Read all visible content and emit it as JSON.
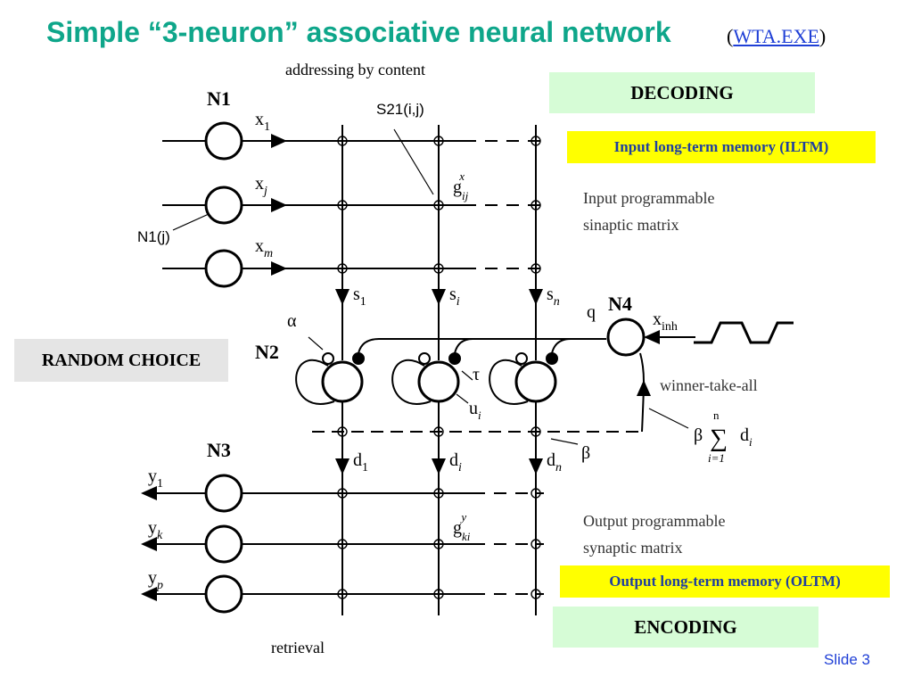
{
  "slide": {
    "title": "Simple “3-neuron” associative neural network",
    "link_open": "(",
    "link_text": "WTA.EXE",
    "link_close": ")",
    "slide_number": "Slide 3"
  },
  "labels": {
    "addressing": "addressing by content",
    "retrieval": "retrieval",
    "decoding": "DECODING",
    "encoding": "ENCODING",
    "random_choice": "RANDOM CHOICE",
    "iltm": "Input long-term memory (ILTM)",
    "oltm": "Output long-term memory (OLTM)",
    "s21": "S21(i,j)",
    "n1j": "N1(j)"
  },
  "diagram": {
    "n1": "N1",
    "n2": "N2",
    "n3": "N3",
    "n4": "N4",
    "x_inputs": [
      {
        "base": "x",
        "sub": "1"
      },
      {
        "base": "x",
        "sub": "j"
      },
      {
        "base": "x",
        "sub": "m"
      }
    ],
    "s_lines": [
      {
        "base": "s",
        "sub": "1"
      },
      {
        "base": "s",
        "sub": "i"
      },
      {
        "base": "s",
        "sub": "n"
      }
    ],
    "d_lines": [
      {
        "base": "d",
        "sub": "1"
      },
      {
        "base": "d",
        "sub": "i"
      },
      {
        "base": "d",
        "sub": "n"
      }
    ],
    "y_outputs": [
      {
        "base": "y",
        "sub": "1"
      },
      {
        "base": "y",
        "sub": "k"
      },
      {
        "base": "y",
        "sub": "p"
      }
    ],
    "g_input": {
      "base": "g",
      "sub": "ij",
      "sup": "x"
    },
    "g_output": {
      "base": "g",
      "sub": "ki",
      "sup": "y"
    },
    "input_matrix_caption": [
      "Input programmable",
      "sinaptic matrix"
    ],
    "output_matrix_caption": [
      "Output programmable",
      "synaptic matrix"
    ],
    "alpha": "α",
    "tau": "τ",
    "u_label": {
      "base": "u",
      "sub": "i"
    },
    "q": "q",
    "x_inh": {
      "base": "x",
      "sub": "inh"
    },
    "wta": "winner-take-all",
    "beta": "β",
    "beta_sum": {
      "beta": "β",
      "sigma": "∑",
      "top": "n",
      "bottom": "i=1",
      "term": "d",
      "term_sub": "i"
    }
  },
  "colors": {
    "title": "#0ea68a",
    "link": "#1f3fd6",
    "green_box": "#d6fcd6",
    "yellow_box": "#ffff00",
    "gray_box": "#e5e5e5",
    "memory_text": "#1f3fa0"
  }
}
